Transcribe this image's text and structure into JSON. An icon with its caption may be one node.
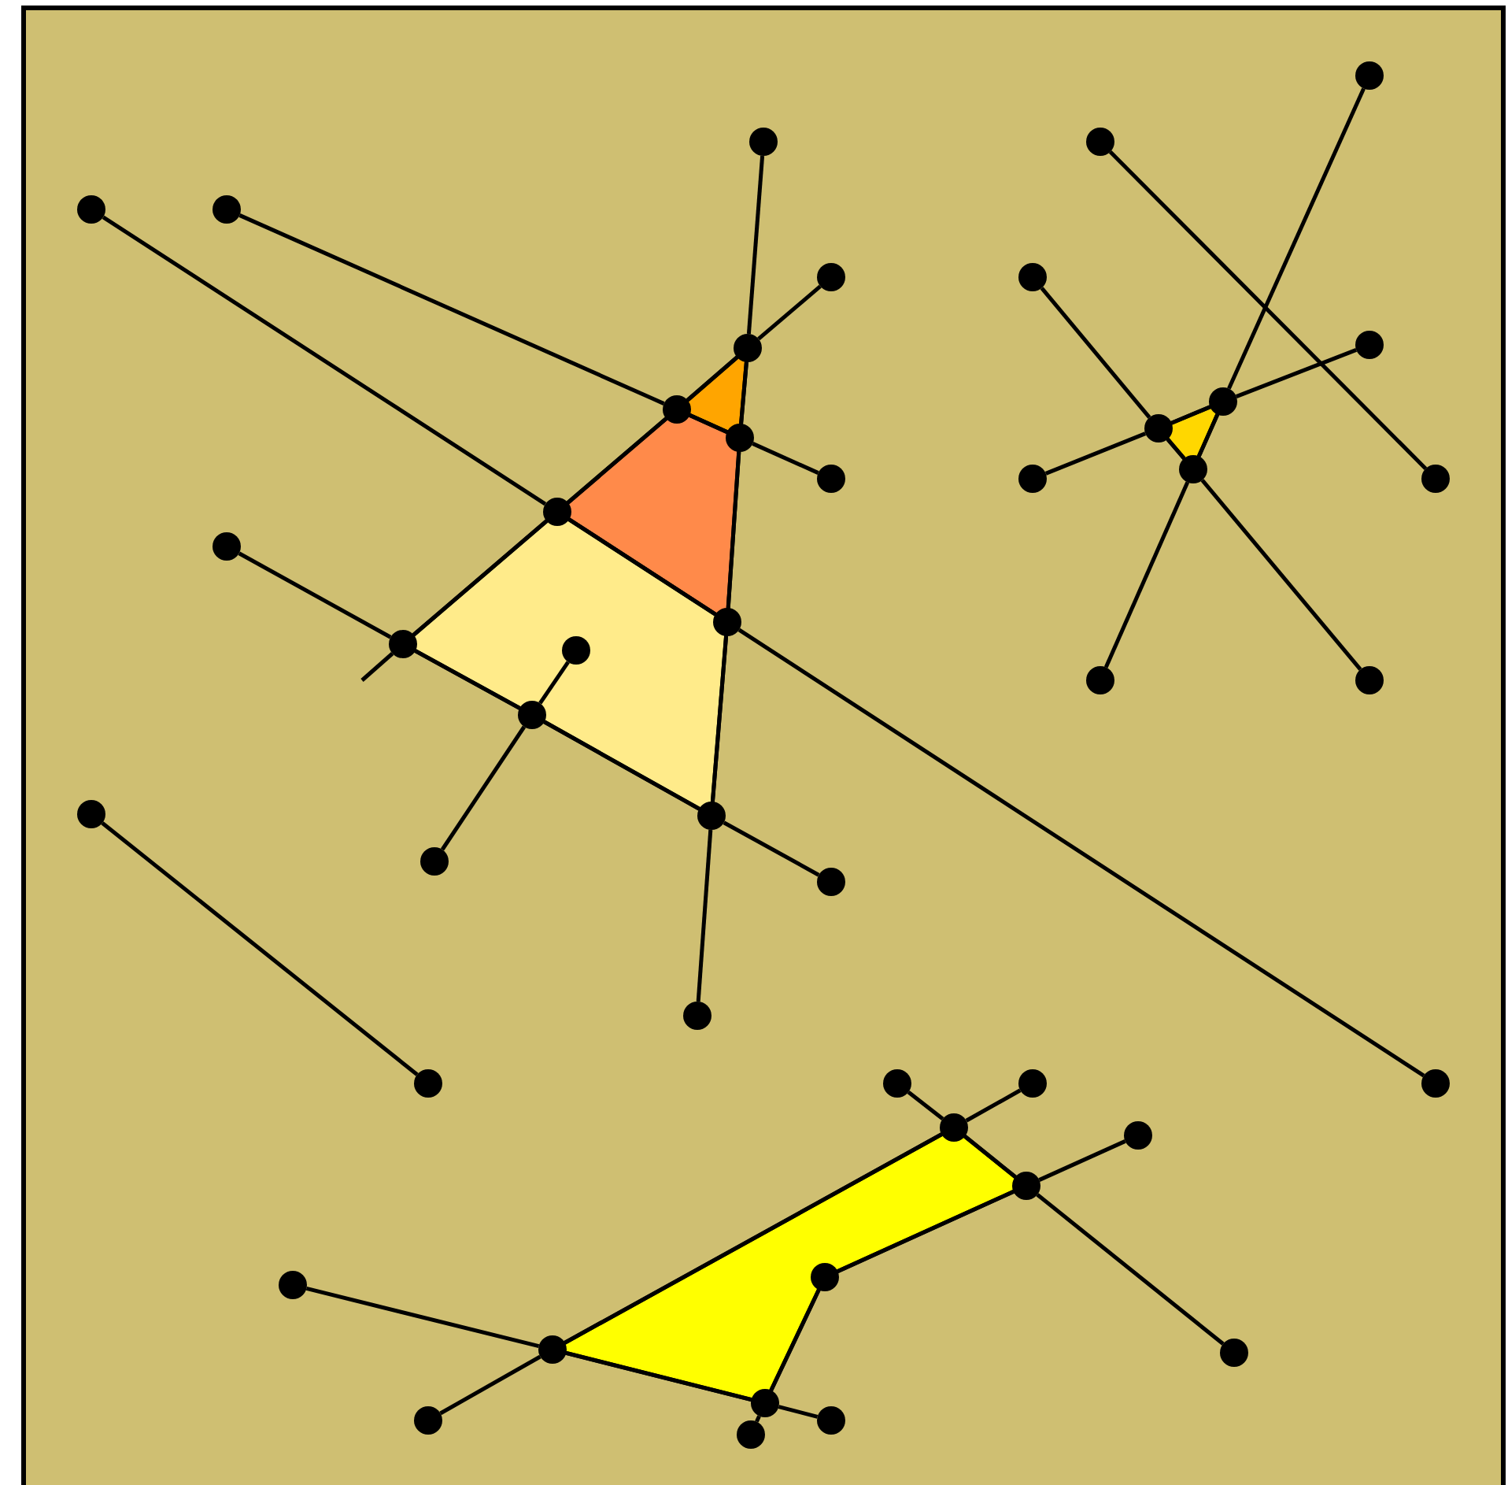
{
  "diagram": {
    "nodes": [
      {
        "text": [],
        "shape": "circle"
      },
      {
        "text": [],
        "shape": "circle"
      },
      {
        "text": [],
        "shape": "circle"
      },
      {
        "text": [],
        "shape": "circle"
      },
      {
        "text": [],
        "shape": "circle"
      },
      {
        "text": [],
        "shape": "circle"
      },
      {
        "text": [],
        "shape": "circle"
      },
      {
        "text": [],
        "shape": "circle"
      },
      {
        "text": [],
        "shape": "circle"
      },
      {
        "text": [],
        "shape": "circle"
      },
      {
        "text": [],
        "shape": "circle"
      },
      {
        "text": [],
        "shape": "circle"
      },
      {
        "text": [],
        "shape": "circle"
      },
      {
        "text": [],
        "shape": "circle"
      },
      {
        "text": [],
        "shape": "circle"
      },
      {
        "text": [],
        "shape": "circle"
      },
      {
        "text": [],
        "shape": "circle"
      },
      {
        "text": [],
        "shape": "circle"
      },
      {
        "text": [],
        "shape": "circle"
      },
      {
        "text": [],
        "shape": "circle"
      },
      {
        "text": [],
        "shape": "circle"
      },
      {
        "text": [],
        "shape": "circle"
      },
      {
        "text": [],
        "shape": "circle"
      },
      {
        "text": [],
        "shape": "circle"
      },
      {
        "text": [],
        "shape": "circle"
      },
      {
        "text": [],
        "shape": "circle"
      },
      {
        "text": [],
        "shape": "circle"
      },
      {
        "text": [],
        "shape": "circle"
      },
      {
        "text": [],
        "shape": "circle"
      },
      {
        "text": [],
        "shape": "circle"
      },
      {
        "text": [],
        "shape": "circle"
      },
      {
        "text": [],
        "shape": "circle"
      },
      {
        "text": [],
        "shape": "circle"
      },
      {
        "text": [],
        "shape": "circle"
      },
      {
        "text": [],
        "shape": "circle"
      },
      {
        "text": [],
        "shape": "circle"
      },
      {
        "text": [],
        "shape": "circle"
      },
      {
        "text": [],
        "shape": "circle"
      },
      {
        "text": [],
        "shape": "circle"
      },
      {
        "text": [],
        "shape": "circle"
      },
      {
        "text": [],
        "shape": "circle"
      },
      {
        "text": [],
        "shape": "circle"
      },
      {
        "text": [],
        "shape": "circle"
      },
      {
        "text": [],
        "shape": "circle"
      },
      {
        "text": [],
        "shape": "circle"
      }
    ],
    "edges": [
      {
        "from": 3,
        "to": 17,
        "arrow": "none"
      },
      {
        "from": 17,
        "to": 19,
        "arrow": "none"
      },
      {
        "from": 19,
        "to": 33,
        "arrow": "none"
      },
      {
        "from": 4,
        "to": 10,
        "arrow": "none"
      },
      {
        "from": 10,
        "to": 12,
        "arrow": "none"
      },
      {
        "from": 12,
        "to": 14,
        "arrow": "none"
      },
      {
        "from": 1,
        "to": 8,
        "arrow": "none"
      },
      {
        "from": 8,
        "to": 12,
        "arrow": "none"
      },
      {
        "from": 12,
        "to": 19,
        "arrow": "none"
      },
      {
        "from": 19,
        "to": 26,
        "arrow": "none"
      },
      {
        "from": 26,
        "to": 29,
        "arrow": "none"
      },
      {
        "from": 5,
        "to": 8,
        "arrow": "none"
      },
      {
        "from": 8,
        "to": 10,
        "arrow": "none"
      },
      {
        "from": 10,
        "to": 17,
        "arrow": "none"
      },
      {
        "from": 17,
        "to": 20,
        "arrow": "none"
      },
      {
        "from": 20,
        "to": null,
        "arrow": "none"
      },
      {
        "from": 18,
        "to": 20,
        "arrow": "none"
      },
      {
        "from": 20,
        "to": 24,
        "arrow": "none"
      },
      {
        "from": 24,
        "to": 26,
        "arrow": "none"
      },
      {
        "from": 26,
        "to": 28,
        "arrow": "none"
      },
      {
        "from": 21,
        "to": 24,
        "arrow": "none"
      },
      {
        "from": 24,
        "to": 27,
        "arrow": "none"
      },
      {
        "from": 25,
        "to": 30,
        "arrow": "none"
      },
      {
        "from": 2,
        "to": 16,
        "arrow": "none"
      },
      {
        "from": 0,
        "to": 9,
        "arrow": "none"
      },
      {
        "from": 9,
        "to": 13,
        "arrow": "none"
      },
      {
        "from": 13,
        "to": 22,
        "arrow": "none"
      },
      {
        "from": 6,
        "to": 11,
        "arrow": "none"
      },
      {
        "from": 11,
        "to": 13,
        "arrow": "none"
      },
      {
        "from": 13,
        "to": 23,
        "arrow": "none"
      },
      {
        "from": 15,
        "to": 11,
        "arrow": "none"
      },
      {
        "from": 11,
        "to": 9,
        "arrow": "none"
      },
      {
        "from": 9,
        "to": 7,
        "arrow": "none"
      },
      {
        "from": 31,
        "to": 34,
        "arrow": "none"
      },
      {
        "from": 34,
        "to": 36,
        "arrow": "none"
      },
      {
        "from": 36,
        "to": 40,
        "arrow": "none"
      },
      {
        "from": 32,
        "to": 34,
        "arrow": "none"
      },
      {
        "from": 34,
        "to": 39,
        "arrow": "none"
      },
      {
        "from": 39,
        "to": 42,
        "arrow": "none"
      },
      {
        "from": 35,
        "to": 36,
        "arrow": "none"
      },
      {
        "from": 36,
        "to": 37,
        "arrow": "none"
      },
      {
        "from": 37,
        "to": 41,
        "arrow": "none"
      },
      {
        "from": 41,
        "to": 44,
        "arrow": "none"
      },
      {
        "from": 38,
        "to": 39,
        "arrow": "none"
      },
      {
        "from": 39,
        "to": 41,
        "arrow": "none"
      },
      {
        "from": 41,
        "to": 43,
        "arrow": "none"
      }
    ]
  }
}
